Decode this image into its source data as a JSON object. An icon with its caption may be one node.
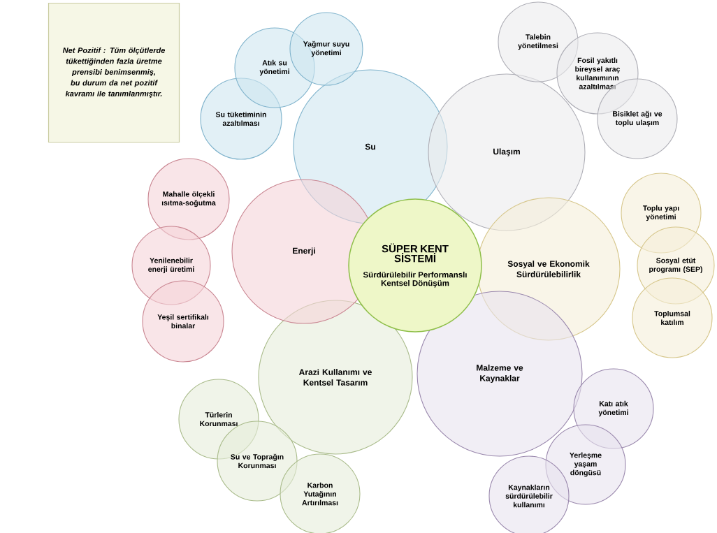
{
  "diagram": {
    "nodes": [
      {
        "text": [
          "Net Pozitif : Tüm ölçütlerde tükettiğinden fazla üretme prensibi benimsenmiş, bu durum da net pozitif kavramı ile tanımlanmıştır."
        ]
      },
      {
        "text": [
          "SÜPER KENT SİSTEMİ",
          "Sürdürülebilir Performanslı Kentsel Dönüşüm"
        ]
      },
      {
        "text": [
          "Su"
        ]
      },
      {
        "text": [
          "Ulaşım"
        ]
      },
      {
        "text": [
          "Sosyal ve Ekonomik Sürdürülebilirlik"
        ]
      },
      {
        "text": [
          "Malzeme ve Kaynaklar"
        ]
      },
      {
        "text": [
          "Arazi Kullanımı ve Kentsel Tasarım"
        ]
      },
      {
        "text": [
          "Enerji"
        ]
      },
      {
        "text": [
          "Su tüketiminin azaltılması"
        ]
      },
      {
        "text": [
          "Atık su yönetimi"
        ]
      },
      {
        "text": [
          "Yağmur suyu yönetimi"
        ]
      },
      {
        "text": [
          "Talebin yönetilmesi"
        ]
      },
      {
        "text": [
          "Fosil yakıtlı bireysel araç kullanımının azaltılması"
        ]
      },
      {
        "text": [
          "Bisiklet ağı ve toplu ulaşım"
        ]
      },
      {
        "text": [
          "Toplu yapı yönetimi"
        ]
      },
      {
        "text": [
          "Sosyal etüt programı (SEP)"
        ]
      },
      {
        "text": [
          "Toplumsal katılım"
        ]
      },
      {
        "text": [
          "Katı atık yönetimi"
        ]
      },
      {
        "text": [
          "Yerleşme yaşam döngüsü"
        ]
      },
      {
        "text": [
          "Kaynakların sürdürülebilir kullanımı"
        ]
      },
      {
        "text": [
          "Türlerin Korunması"
        ]
      },
      {
        "text": [
          "Su ve Toprağın Korunması"
        ]
      },
      {
        "text": [
          "Karbon Yutağının Artırılması"
        ]
      },
      {
        "text": [
          "Mahalle ölçekli ısıtma-soğutma"
        ]
      },
      {
        "text": [
          "Yenilenebilir enerji üretimi"
        ]
      },
      {
        "text": [
          "Yeşil sertifikalı binalar"
        ]
      }
    ]
  }
}
